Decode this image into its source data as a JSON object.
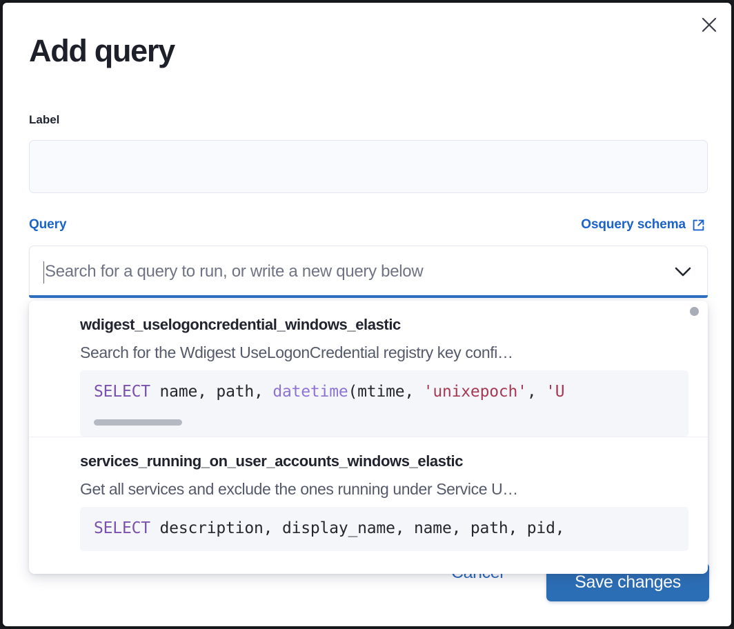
{
  "modal": {
    "title": "Add query",
    "close_icon": "close-icon"
  },
  "label_field": {
    "label": "Label",
    "value": "",
    "placeholder": ""
  },
  "query_section": {
    "label": "Query",
    "schema_link": "Osquery schema",
    "schema_link_icon": "external-link-icon",
    "combo_placeholder": "Search for a query to run, or write a new query below",
    "combo_value": "",
    "chevron_icon": "chevron-down-icon"
  },
  "dropdown": {
    "items": [
      {
        "title": "wdigest_uselogoncredential_windows_elastic",
        "description": "Search for the Wdigest UseLogonCredential registry key confi…",
        "code_tokens": [
          {
            "text": "SELECT",
            "type": "keyword"
          },
          {
            "text": " name, path, ",
            "type": "plain"
          },
          {
            "text": "datetime",
            "type": "function"
          },
          {
            "text": "(mtime, ",
            "type": "plain"
          },
          {
            "text": "'unixepoch'",
            "type": "string"
          },
          {
            "text": ", ",
            "type": "plain"
          },
          {
            "text": "'U",
            "type": "string"
          }
        ]
      },
      {
        "title": "services_running_on_user_accounts_windows_elastic",
        "description": "Get all services and exclude the ones running under Service U…",
        "code_tokens": [
          {
            "text": "SELECT",
            "type": "keyword"
          },
          {
            "text": " description, display_name, name, path, pid,",
            "type": "plain"
          }
        ]
      }
    ]
  },
  "footer": {
    "cancel_label": "Cancel",
    "save_label": "Save changes"
  },
  "colors": {
    "accent_blue": "#1b62c9",
    "button_blue": "#2c6eb5",
    "focus_underline": "#2f6fc2",
    "keyword_purple": "#7b51b0",
    "function_violet": "#8d73d6",
    "string_maroon": "#a63a55",
    "code_background": "#f5f6fa"
  }
}
